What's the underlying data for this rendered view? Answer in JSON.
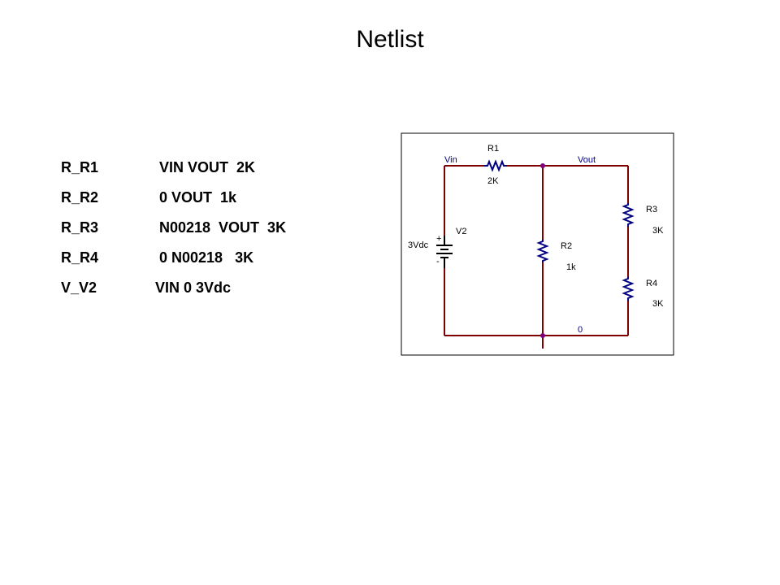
{
  "title": "Netlist",
  "netlist": [
    {
      "name": "R_R1",
      "definition": "VIN VOUT  2K"
    },
    {
      "name": "R_R2",
      "definition": "0 VOUT  1k"
    },
    {
      "name": "R_R3",
      "definition": "N00218  VOUT  3K"
    },
    {
      "name": "R_R4",
      "definition": "0 N00218   3K"
    },
    {
      "name": "V_V2",
      "definition": "VIN 0 3Vdc"
    }
  ],
  "schematic": {
    "nets": {
      "vin": "Vin",
      "vout": "Vout",
      "ground": "0"
    },
    "r1": {
      "ref": "R1",
      "value": "2K"
    },
    "r2": {
      "ref": "R2",
      "value": "1k"
    },
    "r3": {
      "ref": "R3",
      "value": "3K"
    },
    "r4": {
      "ref": "R4",
      "value": "3K"
    },
    "v2": {
      "ref": "V2",
      "value": "3Vdc"
    },
    "colors": {
      "wire": "#800000",
      "resistor": "#000080",
      "junction": "#800080",
      "net_label": "#000080"
    }
  }
}
